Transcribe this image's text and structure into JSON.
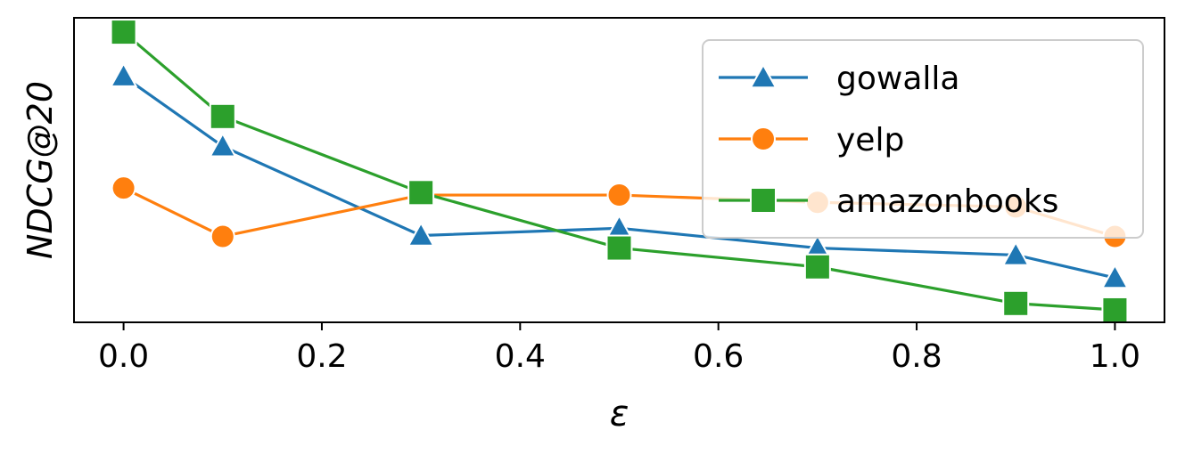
{
  "chart_data": {
    "type": "line",
    "xlabel": "ε",
    "ylabel": "NDCG@20",
    "xlim": [
      -0.05,
      1.05
    ],
    "ylim": [
      0,
      1
    ],
    "y_ticks_shown": false,
    "x_ticks": [
      "0.0",
      "0.2",
      "0.4",
      "0.6",
      "0.8",
      "1.0"
    ],
    "x_tick_values": [
      0.0,
      0.2,
      0.4,
      0.6,
      0.8,
      1.0
    ],
    "grid": false,
    "legend_position": "top-right",
    "x": [
      0.0,
      0.1,
      0.3,
      0.5,
      0.7,
      0.9,
      1.0
    ],
    "series": [
      {
        "name": "gowalla",
        "color": "#1f77b4",
        "marker": "triangle",
        "values": [
          0.808,
          0.578,
          0.285,
          0.309,
          0.244,
          0.221,
          0.146
        ]
      },
      {
        "name": "yelp",
        "color": "#ff7f0e",
        "marker": "circle",
        "values": [
          0.441,
          0.282,
          0.418,
          0.418,
          0.394,
          0.379,
          0.282
        ]
      },
      {
        "name": "amazonbooks",
        "color": "#2ca02c",
        "marker": "square",
        "values": [
          0.953,
          0.676,
          0.426,
          0.244,
          0.182,
          0.062,
          0.041
        ]
      }
    ]
  }
}
